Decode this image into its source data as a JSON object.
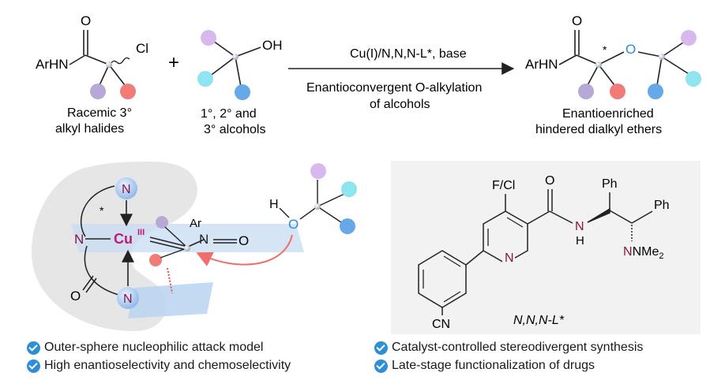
{
  "reaction": {
    "reactant1_label": [
      "Racemic 3°",
      "alkyl halides"
    ],
    "reactant2_label": [
      "1°, 2° and",
      "3° alcohols"
    ],
    "product_label": [
      "Enantioenriched",
      "hindered dialkyl ethers"
    ],
    "conditions_above": "Cu(I)/N,N,N-L*, base",
    "conditions_below": [
      "Enantioconvergent O-alkylation",
      "of alcohols"
    ],
    "atoms": {
      "arhn": "ArHN",
      "o": "O",
      "cl": "Cl",
      "oh": "OH",
      "plus": "+",
      "star": "*"
    }
  },
  "mechanism": {
    "cu_label": "Cu",
    "cu_ox": "III",
    "n": "N",
    "o": "O",
    "ar": "Ar",
    "h": "H",
    "star": "*"
  },
  "ligand": {
    "caption": "N,N,N-L*",
    "atoms": {
      "f_cl": "F/Cl",
      "o": "O",
      "ph1": "Ph",
      "ph2": "Ph",
      "n_amide": "N",
      "h": "H",
      "n_pyr": "N",
      "nme2": "NMe",
      "sub2": "2",
      "cn": "CN"
    }
  },
  "features": [
    "Outer-sphere nucleophilic attack model",
    "High enantioselectivity and chemoselectivity",
    "Catalyst-controlled stereodivergent synthesis",
    "Late-stage functionalization of drugs"
  ],
  "colors": {
    "purple": "#b7a9d6",
    "salmon": "#f07b78",
    "lightpurple": "#d9b8ee",
    "cyan": "#8ee4ef",
    "blue": "#66a8e8",
    "grey_node": "#b9c2cc",
    "cu_magenta": "#c0187a",
    "n_maroon": "#8a1540",
    "o_blue": "#2a8ad8",
    "panel_grey": "#f2f2f2",
    "mech_grey": "#e6e6e6",
    "arrow_red": "#ee6f6a",
    "check_blue": "#2f8fd6"
  }
}
